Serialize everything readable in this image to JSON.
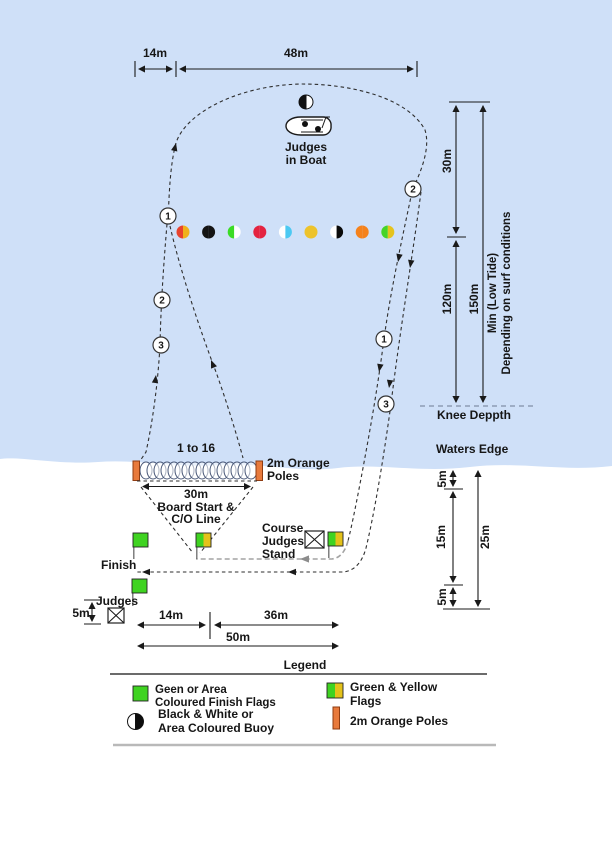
{
  "top_dims": {
    "w14": "14m",
    "w48": "48m"
  },
  "boat": {
    "line1": "Judges",
    "line2": "in Boat"
  },
  "course_markers": {
    "left": [
      "1",
      "2",
      "3"
    ],
    "right": [
      "2",
      "1",
      "3"
    ]
  },
  "buoys": {
    "row": [
      {
        "left": "#e8432e",
        "right": "#f0b11c"
      },
      {
        "left": "#141414",
        "right": "#141414"
      },
      {
        "left": "#3bdc25",
        "right": "#ffffff"
      },
      {
        "left": "#e42340",
        "right": "#e42340"
      },
      {
        "left": "#ffffff",
        "right": "#4cc9f2"
      },
      {
        "left": "#edc32c",
        "right": "#edc32c"
      },
      {
        "left": "#ffffff",
        "right": "#0a0a0a"
      },
      {
        "left": "#f5821c",
        "right": "#f5821c"
      },
      {
        "left": "#46d427",
        "right": "#e5c31d"
      }
    ],
    "boat_buoy": {
      "left": "#111111",
      "right": "#ffffff"
    }
  },
  "right_dims": {
    "h30": "30m",
    "h120": "120m",
    "h150": "150m",
    "min1": "Min (Low Tide)",
    "min2": "Depending on surf conditions",
    "knee": "Knee Deppth",
    "waters": "Waters Edge",
    "s5top": "5m",
    "s15": "15m",
    "s5bot": "5m",
    "s25": "25m"
  },
  "start_area": {
    "positions": "1 to 16",
    "poles1": "2m Orange",
    "poles2": "Poles",
    "w30": "30m",
    "board1": "Board Start &",
    "board2": "C/O Line",
    "coil_count": 16
  },
  "beach": {
    "cj1": "Course",
    "cj2": "Judges",
    "cj3": "Stand",
    "finish": "Finish",
    "judges": "Judges",
    "h5": "5m",
    "w14": "14m",
    "w36": "36m",
    "w50": "50m"
  },
  "legend": {
    "title": "Legend",
    "finish_flag1": "Geen or Area",
    "finish_flag2": "Coloured Finish Flags",
    "buoy1": "Black & White or",
    "buoy2": "Area Coloured Buoy",
    "gy1": "Green & Yellow",
    "gy2": "Flags",
    "poles": "2m Orange Poles",
    "swatch_bw": {
      "left": "#ffffff",
      "right": "#0d0d0d"
    }
  },
  "colors": {
    "water": "#cfe0f8",
    "pole_orange": "#e87a3c",
    "pole_border": "#8f3c12",
    "flag_green": "#3fd321",
    "flag_yellow": "#e4c21a",
    "path_dash": "#2e2e2e",
    "gray_path": "#a3a3a3"
  }
}
